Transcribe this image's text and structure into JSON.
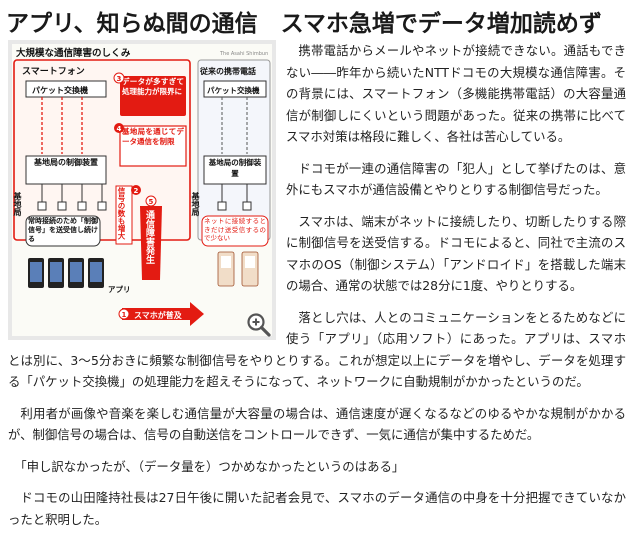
{
  "headline": "アプリ、知らぬ間の通信　スマホ急増でデータ増加読めず",
  "figure": {
    "title": "大規模な通信障害のしくみ",
    "credit": "The Asahi Shimbun",
    "smartphone_label": "スマートフォン",
    "legacy_label": "従来の携帯電話",
    "packet_switch": "パケット交換機",
    "base_station_control": "基地局の制御装置",
    "base_station": "基地局",
    "callout_3": "データが多すぎて処理能力が限界に",
    "callout_4": "基地局を通じてデータ通信を制限",
    "callout_2": "信号の数も増大",
    "callout_5": "通信障害発生",
    "note_left": "常時接続のため「制御信号」を送受信し続ける",
    "note_right": "ネットに接続するときだけ送受信するので少ない",
    "app_label": "アプリ",
    "callout_1": "スマホが普及",
    "step_numbers": [
      "1",
      "2",
      "3",
      "4",
      "5"
    ],
    "accent_red": "#e31b12",
    "accent_orange": "#f39800"
  },
  "paragraphs": [
    "携帯電話からメールやネットが接続できない。通話もできない――昨年から続いたNTTドコモの大規模な通信障害。その背景には、スマートフォン（多機能携帯電話）の大容量通信が制御しにくいという問題があった。従来の携帯に比べてスマホ対策は格段に難しく、各社は苦心している。",
    "ドコモが一連の通信障害の「犯人」として挙げたのは、意外にもスマホが通信設備とやりとりする制御信号だった。",
    "スマホは、端末がネットに接続したり、切断したりする際に制御信号を送受信する。ドコモによると、同社で主流のスマホのOS（制御システム）「アンドロイド」を搭載した端末の場合、通常の状態では28分に1度、やりとりする。",
    "落とし穴は、人とのコミュニケーションをとるためなどに使う「アプリ」（応用ソフト）にあった。アプリは、スマホとは別に、3～5分おきに頻繁な制御信号をやりとりする。これが想定以上にデータを増やし、データを処理する「パケット交換機」の処理能力を超えそうになって、ネットワークに自動規制がかかったというのだ。",
    "利用者が画像や音楽を楽しむ通信量が大容量の場合は、通信速度が遅くなるなどのゆるやかな規制がかかるが、制御信号の場合は、信号の自動送信をコントロールできず、一気に通信が集中するためだ。",
    "「申し訳なかったが、（データ量を）つかめなかったというのはある」",
    "ドコモの山田隆持社長は27日午後に開いた記者会見で、スマホのデータ通信の中身を十分把握できていなかったと釈明した。"
  ]
}
